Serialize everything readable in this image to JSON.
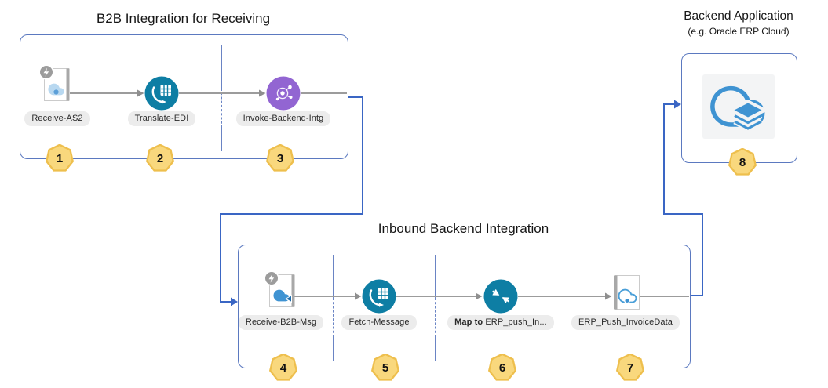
{
  "diagram": {
    "b2b_section": {
      "title": "B2B Integration for Receiving",
      "steps": [
        {
          "number": "1",
          "label_bold": "",
          "label": "Receive-AS2",
          "icon": "as2-trigger-page-icon"
        },
        {
          "number": "2",
          "label_bold": "",
          "label": "Translate-EDI",
          "icon": "translate-edi-circle-icon"
        },
        {
          "number": "3",
          "label_bold": "",
          "label": "Invoke-Backend-Intg",
          "icon": "invoke-integration-circle-icon"
        }
      ]
    },
    "inbound_section": {
      "title": "Inbound Backend Integration",
      "steps": [
        {
          "number": "4",
          "label_bold": "",
          "label": "Receive-B2B-Msg",
          "icon": "b2b-message-trigger-page-icon"
        },
        {
          "number": "5",
          "label_bold": "",
          "label": "Fetch-Message",
          "icon": "fetch-message-circle-icon"
        },
        {
          "number": "6",
          "label_bold": "Map to ",
          "label": "ERP_push_In...",
          "icon": "map-circle-icon"
        },
        {
          "number": "7",
          "label_bold": "",
          "label": "ERP_Push_InvoiceData",
          "icon": "erp-invoke-page-icon"
        }
      ]
    },
    "backend_section": {
      "title": "Backend Application",
      "subtitle": "(e.g. Oracle ERP Cloud)",
      "number": "8",
      "icon": "oracle-erp-cloud-icon"
    },
    "connectors": [
      {
        "from": "b2b-section-step-3",
        "to": "inbound-section-step-4"
      },
      {
        "from": "inbound-section-step-7",
        "to": "backend-application"
      }
    ],
    "colors": {
      "box_border": "#5b79c0",
      "connector_blue": "#3a66c4",
      "step_line_gray": "#9c9c9c",
      "badge_fill": "#f9d87d",
      "badge_border": "#eebf4d",
      "teal_circle": "#0e7ea4",
      "purple_circle": "#9265d2",
      "icon_blue": "#3f93d2",
      "label_pill_bg": "#ececec",
      "text": "#161616"
    }
  }
}
